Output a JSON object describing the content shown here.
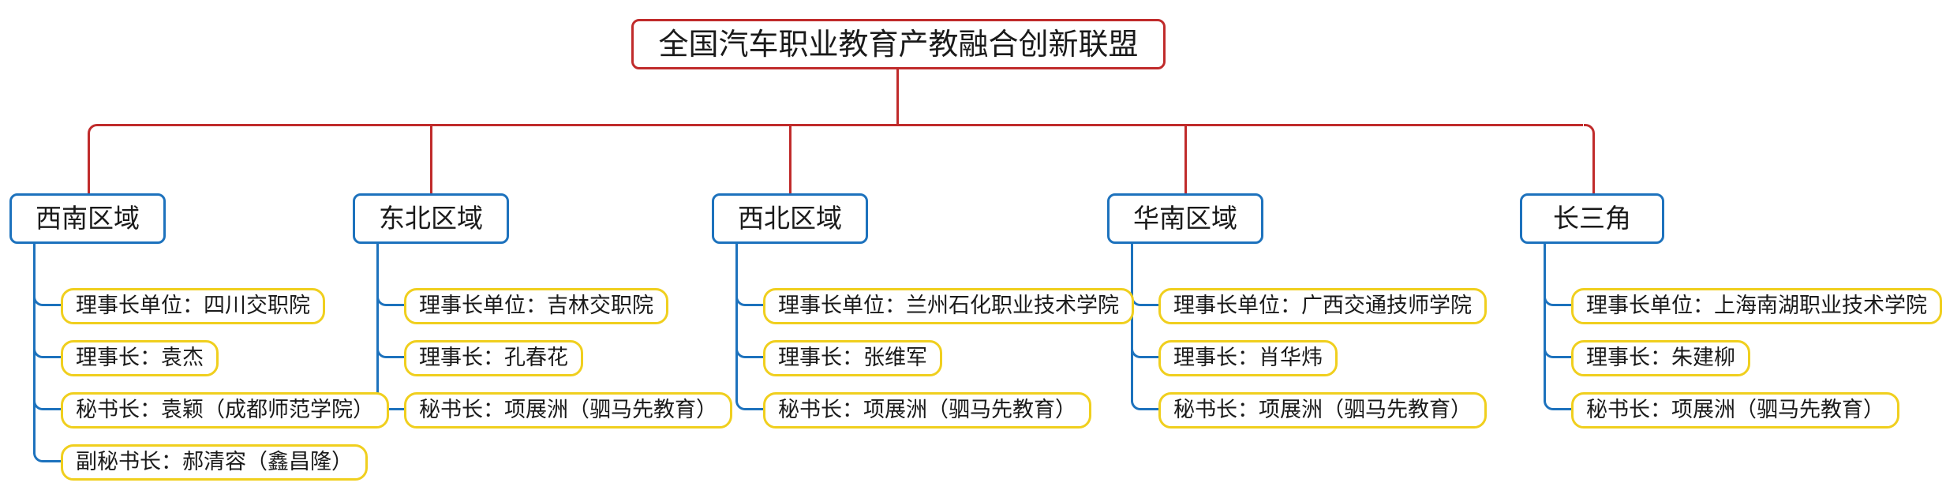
{
  "root": {
    "label": "全国汽车职业教育产教融合创新联盟"
  },
  "regions": [
    {
      "label": "西南区域",
      "items": [
        "理事长单位：四川交职院",
        "理事长：袁杰",
        "秘书长：袁颖（成都师范学院）",
        "副秘书长：郝清容（鑫昌隆）"
      ]
    },
    {
      "label": "东北区域",
      "items": [
        "理事长单位：吉林交职院",
        "理事长：孔春花",
        "秘书长：项展洲（驷马先教育）"
      ]
    },
    {
      "label": "西北区域",
      "items": [
        "理事长单位：兰州石化职业技术学院",
        "理事长：张维军",
        "秘书长：项展洲（驷马先教育）"
      ]
    },
    {
      "label": "华南区域",
      "items": [
        "理事长单位：广西交通技师学院",
        "理事长：肖华炜",
        "秘书长：项展洲（驷马先教育）"
      ]
    },
    {
      "label": "长三角",
      "items": [
        "理事长单位：上海南湖职业技术学院",
        "理事长：朱建柳",
        "秘书长：项展洲（驷马先教育）"
      ]
    }
  ],
  "colors": {
    "root_border": "#c02b2b",
    "region_border": "#1d72bd",
    "item_border": "#f0cf1e",
    "connector_red": "#c02b2b",
    "connector_blue": "#1d72bd",
    "text": "#1a1a1a",
    "background": "#ffffff"
  }
}
